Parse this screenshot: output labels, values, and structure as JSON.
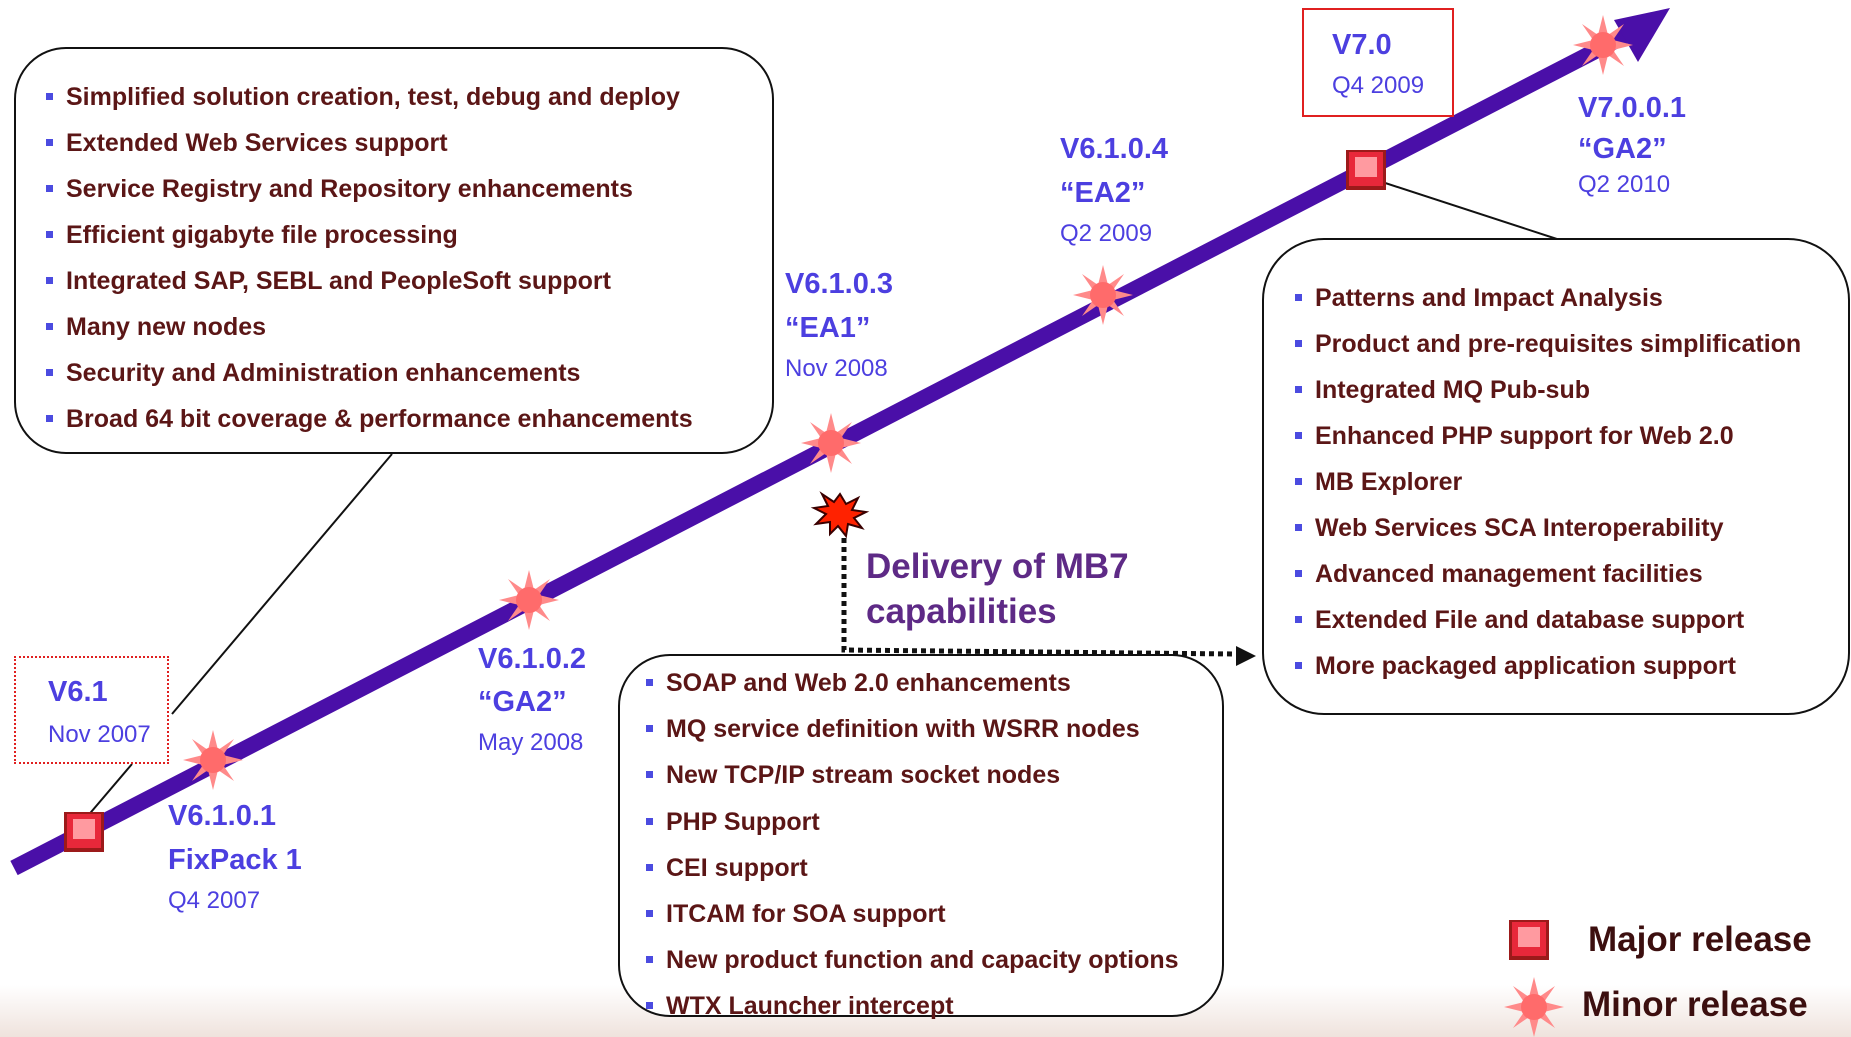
{
  "releases": {
    "v61": {
      "version": "V6.1",
      "date": "Nov 2007"
    },
    "v6101": {
      "version": "V6.1.0.1",
      "name": "FixPack 1",
      "date": "Q4 2007"
    },
    "v6102": {
      "version": "V6.1.0.2",
      "name": "“GA2”",
      "date": "May 2008"
    },
    "v6103": {
      "version": "V6.1.0.3",
      "name": "“EA1”",
      "date": "Nov 2008"
    },
    "v6104": {
      "version": "V6.1.0.4",
      "name": "“EA2”",
      "date": "Q2 2009"
    },
    "v70": {
      "version": "V7.0",
      "date": "Q4 2009"
    },
    "v7001": {
      "version": "V7.0.0.1",
      "name": "“GA2”",
      "date": "Q2 2010"
    }
  },
  "box_mb61": {
    "items": [
      "Simplified solution creation, test, debug and deploy",
      "Extended Web Services support",
      "Service Registry and Repository enhancements",
      "Efficient gigabyte file processing",
      "Integrated SAP, SEBL and PeopleSoft support",
      "Many new nodes",
      "Security and Administration enhancements",
      "Broad 64 bit coverage & performance enhancements"
    ]
  },
  "box_mb7": {
    "items": [
      "Patterns and Impact Analysis",
      "Product and pre-requisites simplification",
      "Integrated MQ Pub-sub",
      "Enhanced PHP support for Web 2.0",
      "MB Explorer",
      "Web Services SCA Interoperability",
      "Advanced management facilities",
      "Extended File and database support",
      "More packaged application support"
    ]
  },
  "box_fixpacks": {
    "items": [
      "SOAP and Web 2.0 enhancements",
      "MQ service definition with WSRR nodes",
      "New TCP/IP stream socket nodes",
      "PHP Support",
      "CEI support",
      "ITCAM for SOA support",
      "New product function and capacity options",
      "WTX Launcher intercept"
    ]
  },
  "callout": {
    "line1": "Delivery of MB7",
    "line2": "capabilities"
  },
  "legend": {
    "major": "Major release",
    "minor": "Minor release"
  },
  "colors": {
    "timeline": "#4a0fa8",
    "major_marker": "#e8283a",
    "minor_marker": "#ff6b6b",
    "version_text": "#4c3fe0",
    "bullet_text": "#5b1616"
  }
}
